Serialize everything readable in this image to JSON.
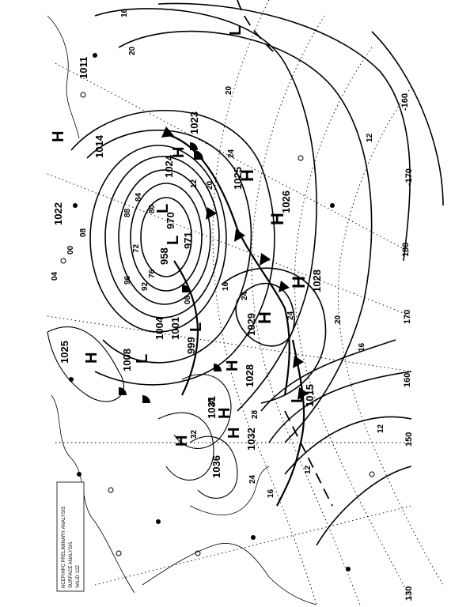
{
  "map": {
    "caption": {
      "lines": [
        "NCEP/HPC PRELIMINARY ANALYSIS",
        "SURFACE ANALYSIS",
        "VALID 12Z"
      ]
    },
    "pressure_centers": [
      {
        "type": "L",
        "value": "958"
      },
      {
        "type": "L",
        "value": "970"
      },
      {
        "type": "L",
        "value": "971"
      },
      {
        "type": "L",
        "value": "999"
      },
      {
        "type": "L",
        "value": "1001"
      },
      {
        "type": "L",
        "value": "1004"
      },
      {
        "type": "L",
        "value": "1008"
      },
      {
        "type": "L",
        "value": "1015"
      },
      {
        "type": "L",
        "value": "1014"
      },
      {
        "type": "L",
        "value": "1011"
      },
      {
        "type": "H",
        "value": "1025"
      },
      {
        "type": "H",
        "value": "1026"
      },
      {
        "type": "H",
        "value": "1028"
      },
      {
        "type": "H",
        "value": "1029"
      },
      {
        "type": "H",
        "value": "1028"
      },
      {
        "type": "H",
        "value": "1024"
      },
      {
        "type": "H",
        "value": "1031"
      },
      {
        "type": "H",
        "value": "1032"
      },
      {
        "type": "H",
        "value": "1036"
      },
      {
        "type": "H",
        "value": "1022"
      },
      {
        "type": "H",
        "value": "1025"
      },
      {
        "type": "H",
        "value": "1023"
      }
    ],
    "isobar_labels": [
      "16",
      "20",
      "20",
      "12",
      "20",
      "24",
      "24",
      "20",
      "16",
      "12",
      "08",
      "04",
      "00",
      "96",
      "92",
      "88",
      "84",
      "80",
      "76",
      "72",
      "08",
      "12",
      "16",
      "24",
      "28",
      "32",
      "28",
      "24",
      "16",
      "12"
    ],
    "longitude_labels": [
      "-160",
      "-170",
      "180",
      "170",
      "160",
      "150",
      "130"
    ]
  }
}
